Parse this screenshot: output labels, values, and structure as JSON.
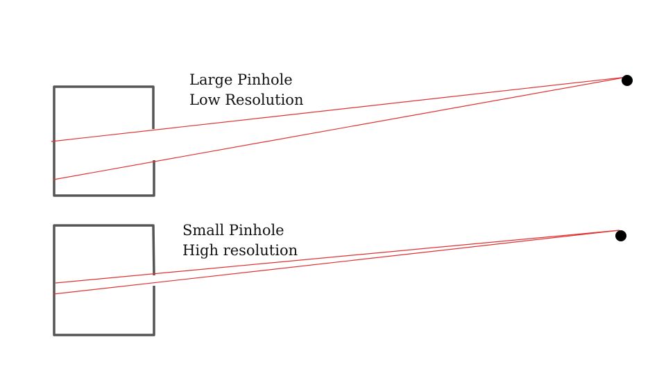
{
  "colors": {
    "camera_outline": "#555555",
    "light_ray": "#e03030",
    "light_source": "#000000",
    "text": "#111111"
  },
  "diagrams": [
    {
      "title_line1": "Large Pinhole",
      "title_line2": "Low Resolution"
    },
    {
      "title_line1": "Small Pinhole",
      "title_line2": "High resolution"
    }
  ]
}
